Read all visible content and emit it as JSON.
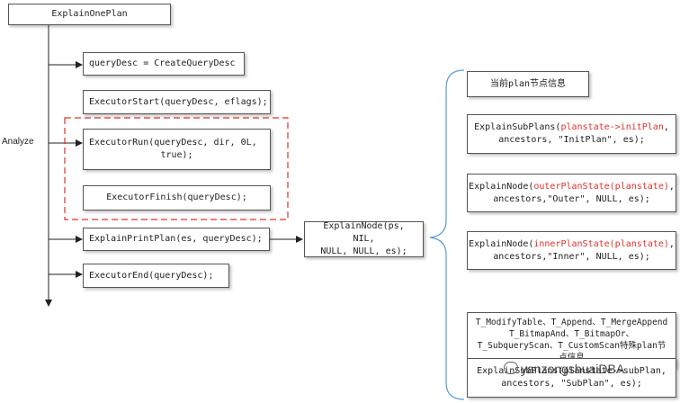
{
  "title_node": "ExplainOnePlan",
  "side_label": "Analyze",
  "steps": {
    "create_query_desc": "queryDesc = CreateQueryDesc",
    "executor_start": "ExecutorStart(queryDesc, eflags);",
    "executor_run_line1": "ExecutorRun(queryDesc, dir, 0L,",
    "executor_run_line2": "true);",
    "executor_finish": "ExecutorFinish(queryDesc);",
    "explain_print_plan": "ExplainPrintPlan(es, queryDesc);",
    "executor_end": "ExecutorEnd(queryDesc);"
  },
  "explain_node": {
    "line1": "ExplainNode(ps, NIL,",
    "line2": "NULL, NULL, es);"
  },
  "branches": {
    "current_plan_info": "当前plan节点信息",
    "subplans_pre": "ExplainSubPlans(",
    "subplans_red": "planstate->initPlan",
    "subplans_post": ",",
    "subplans_line2": "ancestors, \"InitPlan\", es);",
    "outer_pre": "ExplainNode(",
    "outer_red": "outerPlanState(planstate)",
    "outer_post": ",",
    "outer_line2": "ancestors,\"Outer\", NULL, es);",
    "inner_pre": "ExplainNode(",
    "inner_red": "innerPlanState(planstate)",
    "inner_post": ",",
    "inner_line2": "ancestors,\"Inner\", NULL, es);",
    "special_line1": "T_ModifyTable、T_Append、T_MergeAppend",
    "special_line2": "T_BitmapAnd、T_BitmapOr、",
    "special_line3": "T_SubqueryScan、T_CustomScan特殊plan节",
    "special_line4": "点信息",
    "subplan_line1": "ExplainSubPlans(planstate->subPlan,",
    "subplan_line2": "ancestors, \"SubPlan\", es);"
  },
  "watermark": "yanzongshuaiDBA",
  "colors": {
    "highlight_red": "#e0302a",
    "dashed_group": "#e0302a",
    "brace": "#5b9bd5"
  }
}
